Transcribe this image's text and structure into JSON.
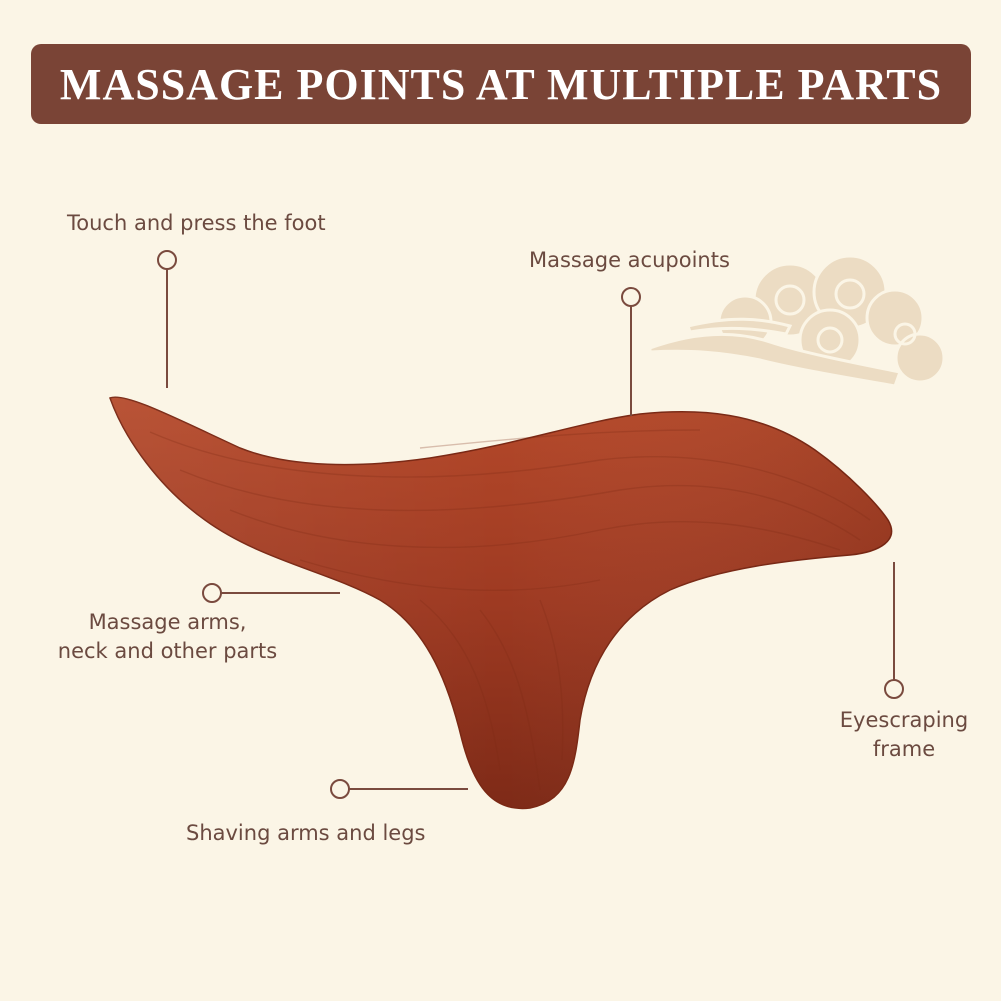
{
  "title": "MASSAGE POINTS AT MULTIPLE PARTS",
  "labels": {
    "foot": "Touch and press the foot",
    "acupoints": "Massage acupoints",
    "arms_neck_line1": "Massage arms,",
    "arms_neck_line2": "neck and other parts",
    "eyescraping_line1": "Eyescraping",
    "eyescraping_line2": "frame",
    "shaving": "Shaving arms and legs"
  },
  "colors": {
    "background": "#fbf5e6",
    "banner": "#7a4436",
    "banner_text": "#ffffff",
    "label_text": "#6b4a40",
    "callout": "#7a4a3e",
    "wood": "#9e3a22",
    "cloud": "#ecdcc3"
  },
  "icons": {
    "product": "wooden-gua-sha-tool",
    "decoration": "auspicious-cloud-icon"
  }
}
